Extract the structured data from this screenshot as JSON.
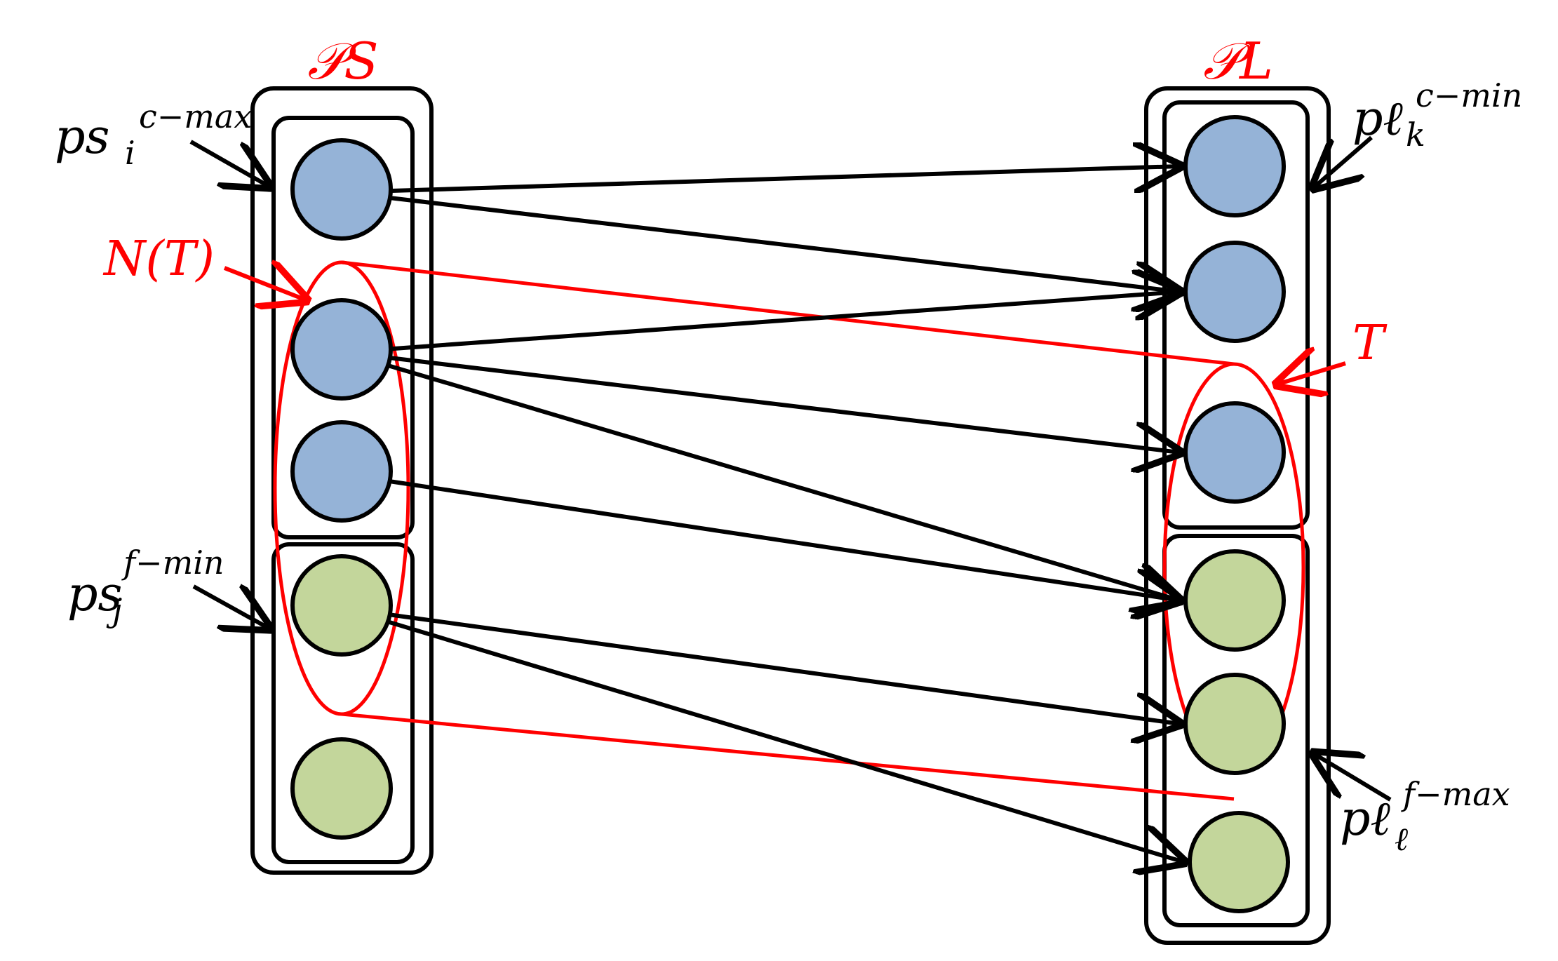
{
  "colors": {
    "ink": "#000000",
    "accent": "#ff0000",
    "node_blue": "#95b3d7",
    "node_green": "#c3d69b"
  },
  "labels": {
    "ps_title": "𝒫S",
    "pl_title": "𝒫L",
    "ps_cmax_base": "ps",
    "ps_cmax_sub": "i",
    "ps_cmax_sup": "c−max",
    "ps_fmin_base": "ps",
    "ps_fmin_sub": "j",
    "ps_fmin_sup": "f−min",
    "pl_cmin_base": "pℓ",
    "pl_cmin_sub": "k",
    "pl_cmin_sup": "c−min",
    "pl_fmax_base": "pℓ",
    "pl_fmax_sub": "ℓ",
    "pl_fmax_sup": "f−max",
    "neighborhood": "N(T)",
    "target_set": "T"
  },
  "nodes": {
    "ps": [
      "blue",
      "blue",
      "blue",
      "green",
      "green"
    ],
    "pl": [
      "blue",
      "blue",
      "blue",
      "green",
      "green",
      "green"
    ]
  },
  "edges": [
    {
      "from": "ps1",
      "to": "pl1"
    },
    {
      "from": "ps1",
      "to": "pl2"
    },
    {
      "from": "ps2",
      "to": "pl2"
    },
    {
      "from": "ps2",
      "to": "pl3"
    },
    {
      "from": "ps2",
      "to": "pl4"
    },
    {
      "from": "ps3",
      "to": "pl4"
    },
    {
      "from": "ps4",
      "to": "pl5"
    },
    {
      "from": "ps4",
      "to": "pl6"
    }
  ]
}
